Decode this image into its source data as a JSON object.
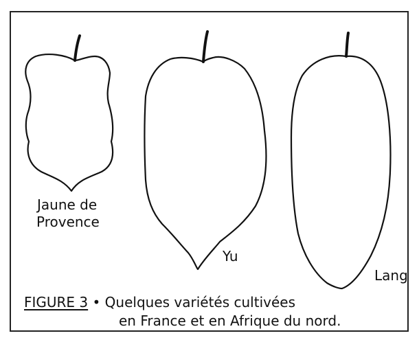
{
  "labels": {
    "jaune_line1": "Jaune de",
    "jaune_line2": "Provence",
    "yu": "Yu",
    "lang": "Lang"
  },
  "caption": {
    "figure_label": "FIGURE 3",
    "separator": "•",
    "line1": "Quelques variétés cultivées",
    "line2": "en France et en Afrique du nord."
  },
  "colors": {
    "ink": "#111111",
    "background": "#ffffff"
  }
}
